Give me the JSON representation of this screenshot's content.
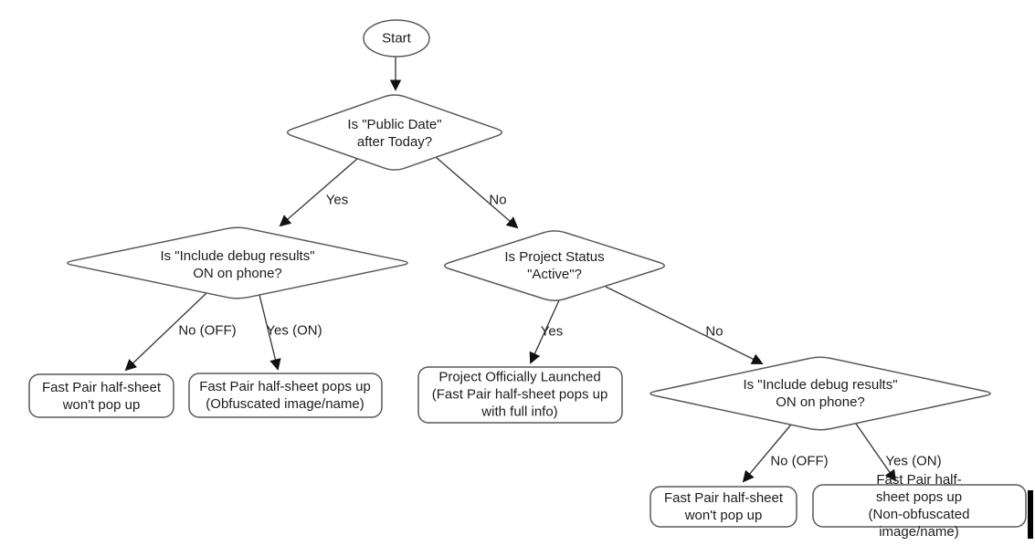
{
  "flowchart": {
    "nodes": {
      "start": "Start",
      "is_public_date_after_today": "Is \"Public Date\"\nafter Today?",
      "is_debug_on_left": "Is \"Include debug results\"\nON on phone?",
      "is_project_status_active": "Is Project Status\n\"Active\"?",
      "is_debug_on_right": "Is \"Include debug results\"\nON on phone?",
      "wont_popup_left": "Fast Pair half-sheet\nwon't pop up",
      "popup_obfuscated": "Fast Pair half-sheet pops up\n(Obfuscated image/name)",
      "officially_launched": "Project Officially Launched\n(Fast Pair half-sheet pops up\nwith full info)",
      "wont_popup_right": "Fast Pair half-sheet\nwon't pop up",
      "popup_non_obfuscated": "Fast Pair half-sheet pops up\n(Non-obfuscated image/name)"
    },
    "edge_labels": {
      "public_date_yes": "Yes",
      "public_date_no": "No",
      "debug_left_no": "No (OFF)",
      "debug_left_yes": "Yes (ON)",
      "status_yes": "Yes",
      "status_no": "No",
      "debug_right_no": "No (OFF)",
      "debug_right_yes": "Yes (ON)"
    },
    "colors": {
      "shape_stroke": "#595959",
      "edge_stroke": "#3d3d3d",
      "text": "#1c1c1c",
      "background": "#ffffff",
      "shape_fill": "#ffffff"
    }
  }
}
